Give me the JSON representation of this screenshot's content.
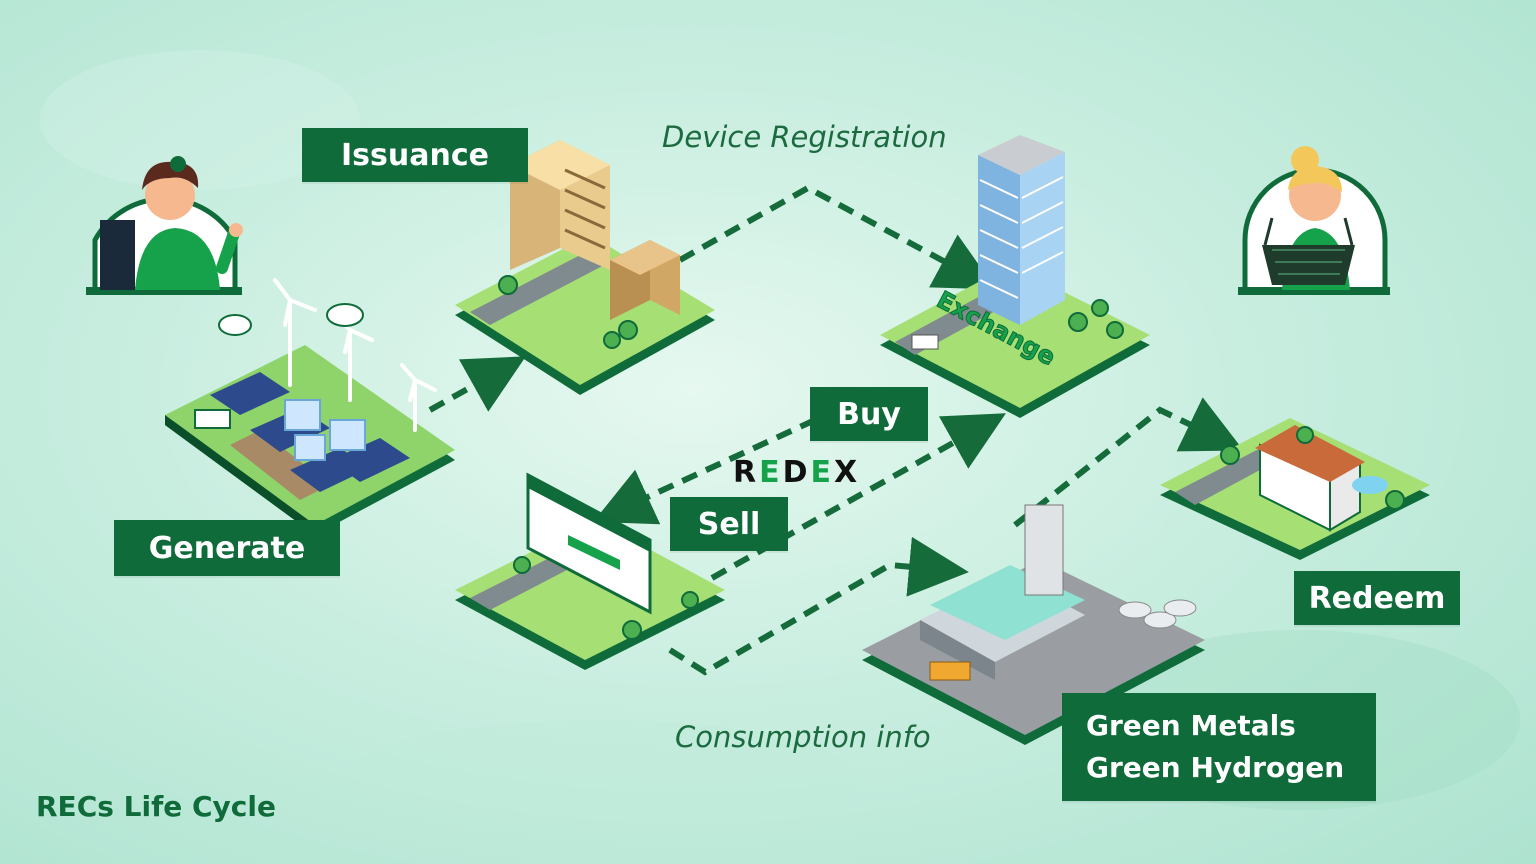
{
  "labels": {
    "issuance": "Issuance",
    "generate": "Generate",
    "buy": "Buy",
    "sell": "Sell",
    "redeem": "Redeem",
    "green_metals": "Green Metals",
    "green_hydrogen": "Green Hydrogen"
  },
  "captions": {
    "device_registration": "Device Registration",
    "consumption_info": "Consumption info"
  },
  "brand": {
    "part1": "R",
    "part2": "E",
    "part3": "D",
    "part4": "E",
    "part5": "X"
  },
  "exchange_sign": "Exchange",
  "footer_title": "RECs Life Cycle",
  "colors": {
    "label_bg": "#0f6b3a",
    "accent_green": "#16a24a",
    "arrow": "#156b3a"
  }
}
